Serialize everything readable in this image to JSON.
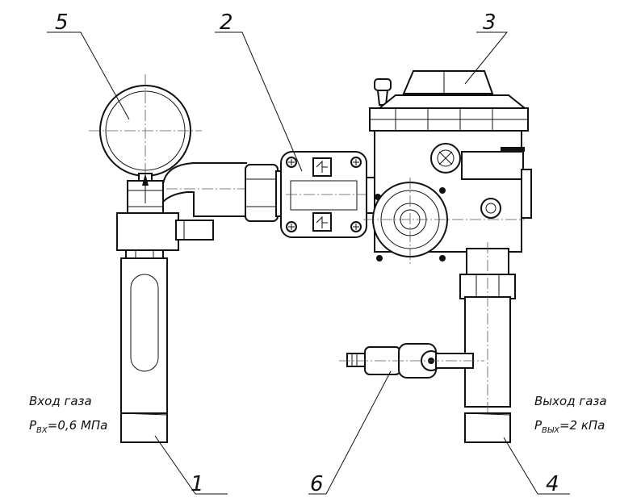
{
  "callouts": {
    "c1": "1",
    "c2": "2",
    "c3": "3",
    "c4": "4",
    "c5": "5",
    "c6": "6"
  },
  "inlet": {
    "caption": "Вход газа",
    "pressure_symbol": "P",
    "pressure_sub": "ВХ",
    "pressure_value": "=0,6 МПа"
  },
  "outlet": {
    "caption": "Выход газа",
    "pressure_symbol": "P",
    "pressure_sub": "ВЫХ",
    "pressure_value": "=2 кПа"
  }
}
